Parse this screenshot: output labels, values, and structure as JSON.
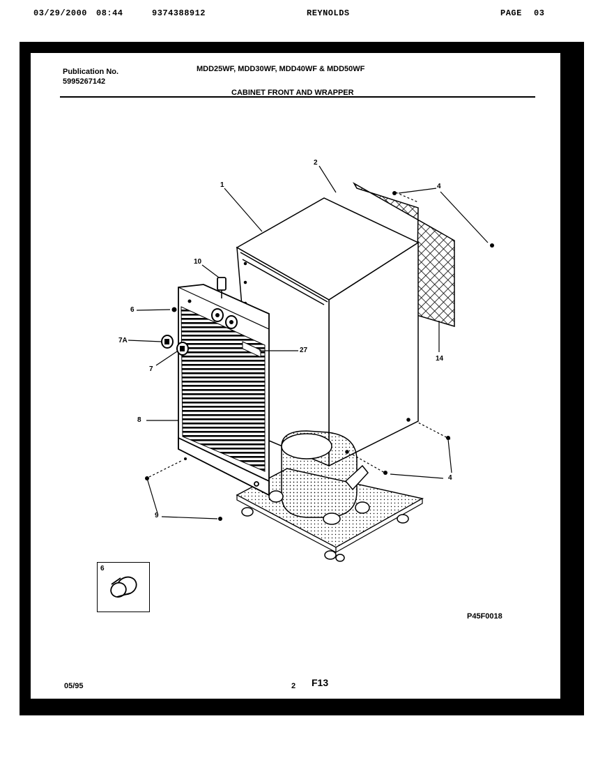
{
  "fax_header": {
    "date": "03/29/2000",
    "time": "08:44",
    "number": "9374388912",
    "sender": "REYNOLDS",
    "page_label": "PAGE",
    "page_number": "03"
  },
  "header": {
    "publication_label": "Publication No.",
    "publication_number": "5995267142",
    "models": "MDD25WF, MDD30WF, MDD40WF & MDD50WF",
    "section_title": "CABINET FRONT AND WRAPPER"
  },
  "callouts": {
    "c1": "1",
    "c2": "2",
    "c4a": "4",
    "c4b": "4",
    "c6": "6",
    "c7a": "7A",
    "c7": "7",
    "c8": "8",
    "c9": "9",
    "c10": "10",
    "c14": "14",
    "c27": "27",
    "c_inset": "6"
  },
  "footer": {
    "figure_code": "P45F0018",
    "date": "05/95",
    "page": "2",
    "form": "F13"
  }
}
